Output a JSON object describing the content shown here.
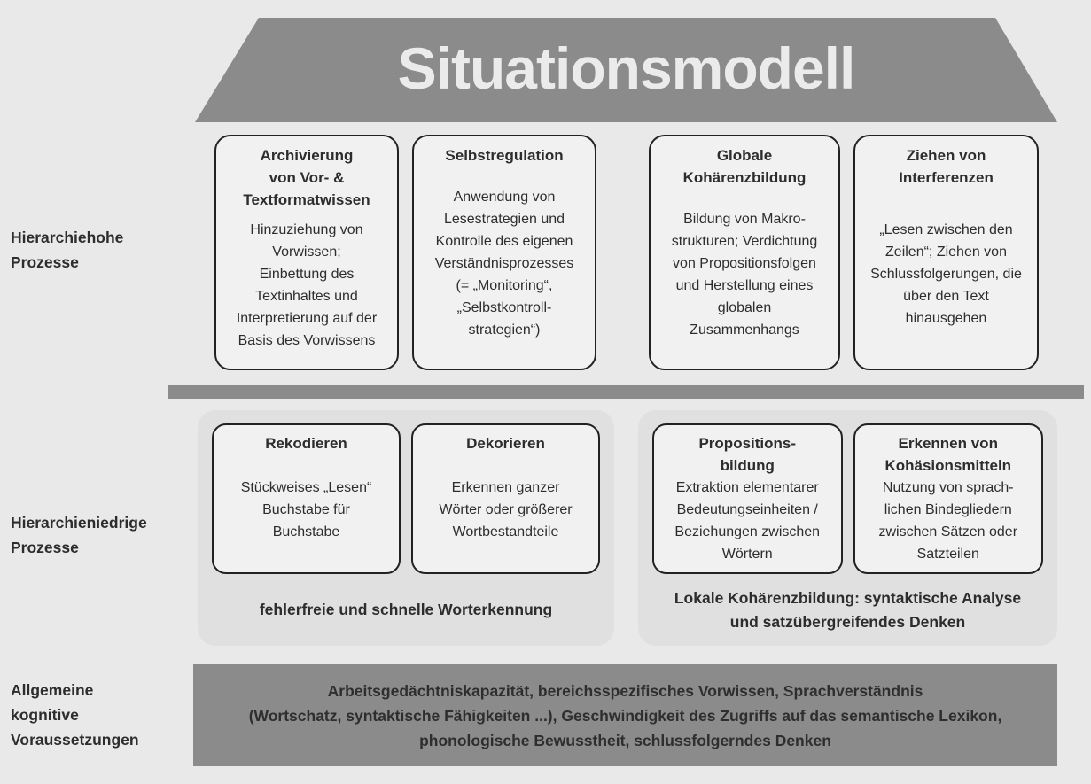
{
  "diagram": {
    "title": "Situationsmodell",
    "high": {
      "label": "Hierarchiehohe\nProzesse",
      "boxes": [
        {
          "title": "Archivierung\nvon Vor- &\nTextformatwissen",
          "body": "Hinzuziehung von\nVorwissen;\nEinbettung des\nTextinhaltes und\nInterpretierung auf der\nBasis des Vorwissens"
        },
        {
          "title": "Selbstregulation",
          "body": "Anwendung von\nLesestrategien und\nKontrolle des eigenen\nVerständnisprozesses\n(= „Monitoring“,\n„Selbstkontroll-\nstrategien“)"
        },
        {
          "title": "Globale\nKohärenzbildung",
          "body": "Bildung von Makro-\nstrukturen; Verdichtung\nvon Propositionsfolgen\nund Herstellung eines\nglobalen\nZusammenhangs"
        },
        {
          "title": "Ziehen von\nInterferenzen",
          "body": "„Lesen zwischen den\nZeilen“; Ziehen von\nSchlussfolgerungen, die\nüber den Text\nhinausgehen"
        }
      ]
    },
    "low": {
      "label": "Hierarchieniedrige\nProzesse",
      "groups": [
        {
          "caption": "fehlerfreie und schnelle Worterkennung",
          "boxes": [
            {
              "title": "Rekodieren",
              "body": "Stückweises „Lesen“\nBuchstabe für\nBuchstabe"
            },
            {
              "title": "Dekorieren",
              "body": "Erkennen ganzer\nWörter oder größerer\nWortbestandteile"
            }
          ]
        },
        {
          "caption": "Lokale Kohärenzbildung: syntaktische Analyse\nund satzübergreifendes Denken",
          "boxes": [
            {
              "title": "Propositions-\nbildung",
              "body": "Extraktion elementarer\nBedeutungseinheiten /\nBeziehungen zwischen\nWörtern"
            },
            {
              "title": "Erkennen von\nKohäsionsmitteln",
              "body": "Nutzung von sprach-\nlichen Bindegliedern\nzwischen Sätzen oder\nSatzteilen"
            }
          ]
        }
      ]
    },
    "base": {
      "label": "Allgemeine\nkognitive\nVoraussetzungen",
      "text": "Arbeitsgedächtniskapazität, bereichsspezifisches Vorwissen, Sprachverständnis\n(Wortschatz, syntaktische Fähigkeiten ...), Geschwindigkeit des Zugriffs auf das semantische Lexikon,\nphonologische Bewusstheit, schlussfolgerndes Denken"
    },
    "colors": {
      "background": "#e9e9e9",
      "band": "#8b8b8b",
      "container": "#e0e0e0",
      "box_fill": "#f1f1f1",
      "box_border": "#222222",
      "text": "#2d2d2d",
      "title_text": "#ebebeb"
    }
  }
}
